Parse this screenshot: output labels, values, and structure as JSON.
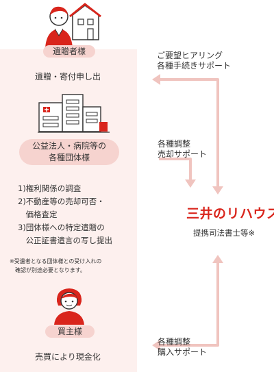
{
  "bequeather": {
    "label": "遺贈者様",
    "action": "遺贈・寄付申し出"
  },
  "organization": {
    "label_line1": "公益法人・病院等の",
    "label_line2": "各種団体様",
    "tasks": [
      "1)権利関係の調査",
      "2)不動産等の売却可否・",
      "　価格査定",
      "3)団体様への特定遺贈の",
      "　公正証書遺言の写し提出"
    ],
    "note_line1": "※受遺者となる団体様との受け入れの",
    "note_line2": "　確認が別途必要となります。"
  },
  "buyer": {
    "label": "買主様",
    "action": "売買により現金化"
  },
  "company": {
    "name": "三井のリハウス",
    "sub": "提携司法書士等※"
  },
  "support": {
    "top_line1": "ご要望ヒアリング",
    "top_line2": "各種手続きサポート",
    "mid_line1": "各種調整",
    "mid_line2": "売却サポート",
    "bottom_line1": "各種調整",
    "bottom_line2": "購入サポート"
  },
  "colors": {
    "accent": "#d9251c",
    "panel": "#fdf0ee",
    "pill": "#f6d3cf",
    "arrow": "#f0c4bf"
  }
}
